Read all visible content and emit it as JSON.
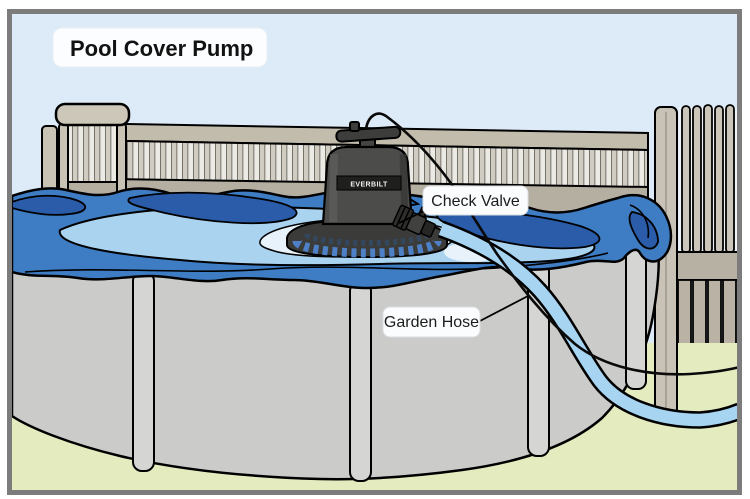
{
  "title": "Pool Cover Pump",
  "pump": {
    "brand_label": "EVERBILT"
  },
  "callouts": {
    "check_valve": "Check Valve",
    "garden_hose": "Garden Hose"
  },
  "colors": {
    "sky": "#dcebf7",
    "grass": "#e3ebbf",
    "frame": "#7c7c7c",
    "cover_blue": "#3e7dc4",
    "cover_dark_blue": "#2a5ca9",
    "water_light": "#aad3f0",
    "puddle_white": "#e7f2fa",
    "hose_blue": "#a6d4f1",
    "wall_gray": "#cbcbc9",
    "fence_tan": "#c2bcac",
    "pump_body": "#4c4c4a"
  }
}
